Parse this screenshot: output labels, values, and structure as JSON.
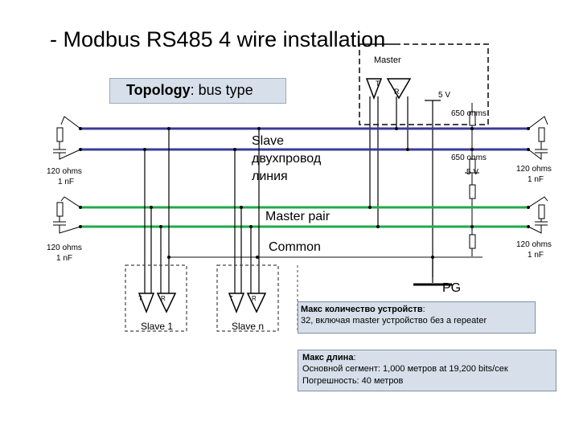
{
  "title": "- Modbus RS485 4 wire installation",
  "topology": {
    "label": "Topology",
    "value": ": bus type"
  },
  "master": {
    "label": "Master",
    "t": "T",
    "r": "R"
  },
  "voltage_top": "5 V",
  "voltage_mid": "5 V",
  "ohms_650_top": "650 ohms",
  "ohms_650_mid": "650 ohms",
  "left_term_1": {
    "line1": "120 ohms",
    "line2": "1 nF"
  },
  "left_term_2": {
    "line1": "120 ohms",
    "line2": "1 nF"
  },
  "right_term_1": {
    "line1": "120 ohms",
    "line2": "1 nF"
  },
  "right_term_2": {
    "line1": "120 ohms",
    "line2": "1 nF"
  },
  "slave_pair": {
    "line1": "Slave",
    "line2": "двухпровод",
    "line3": "линия"
  },
  "master_pair": "Master pair",
  "common": "Common",
  "pg": "PG",
  "slave1": {
    "label": "Slave 1",
    "t": "T",
    "r": "R"
  },
  "slaven": {
    "label": "Slave n",
    "t": "T",
    "r": "R"
  },
  "max_devices": {
    "title": "Макс количество устройств",
    "title_suffix": ":",
    "text": "32, включая master устройство без a repeater"
  },
  "max_length": {
    "title": "Макс длина",
    "title_suffix": ":",
    "line1": "Основной сегмент: 1,000 метров at 19,200 bits/сек",
    "line2": "Погрешность: 40 метров"
  },
  "colors": {
    "slave_pair": "#3b3b9a",
    "master_pair": "#21a84a",
    "common": "#808080",
    "box_fill": "#d7e0ea"
  }
}
